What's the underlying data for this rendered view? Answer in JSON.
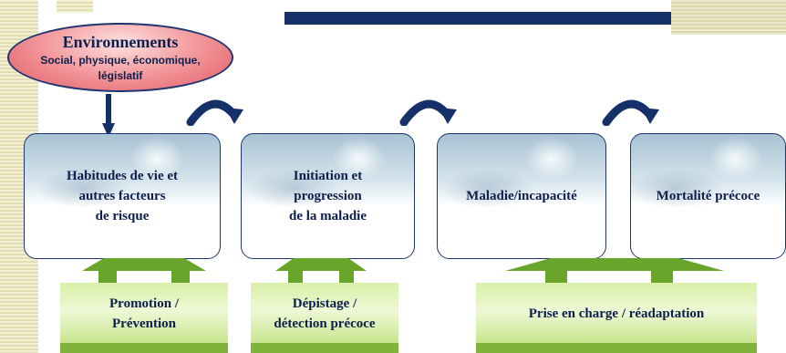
{
  "environment": {
    "title": "Environnements",
    "subtitle": "Social, physique, économique,\nlégislatif"
  },
  "stages": [
    {
      "label": "Habitudes de vie et\nautres facteurs\nde risque"
    },
    {
      "label": "Initiation et\nprogression\nde la maladie"
    },
    {
      "label": "Maladie/incapacité"
    },
    {
      "label": "Mortalité précoce"
    }
  ],
  "interventions": [
    {
      "label": "Promotion /\nPrévention"
    },
    {
      "label": "Dépistage /\ndétection précoce"
    },
    {
      "label": "Prise en charge / réadaptation"
    }
  ],
  "colors": {
    "navy": "#16306a",
    "env_fill": "#f3999c",
    "stage_top": "#a8c3d3",
    "pedestal": "#6aa52b",
    "intervention_fill": "#e3f3b8"
  },
  "icons": [
    "curved-arrow-icon",
    "down-arrow-icon",
    "person-photo-icon"
  ]
}
